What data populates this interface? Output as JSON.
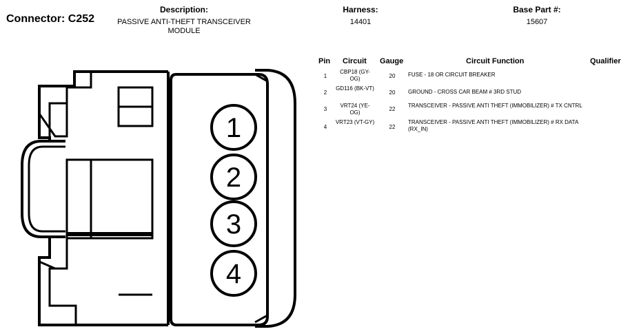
{
  "connector": {
    "label": "Connector: C252"
  },
  "header": {
    "description_label": "Description:",
    "description_value": "PASSIVE ANTI-THEFT TRANSCEIVER MODULE",
    "harness_label": "Harness:",
    "harness_value": "14401",
    "base_part_label": "Base Part #:",
    "base_part_value": "15607"
  },
  "table": {
    "columns": [
      "Pin",
      "Circuit",
      "Gauge",
      "Circuit Function",
      "Qualifier"
    ],
    "rows": [
      {
        "pin": "1",
        "circuit": "CBP18 (GY-OG)",
        "gauge": "20",
        "function": "FUSE - 18 OR CIRCUIT BREAKER",
        "qualifier": ""
      },
      {
        "pin": "2",
        "circuit": "GD116 (BK-VT)",
        "gauge": "20",
        "function": "GROUND - CROSS CAR BEAM # 3RD STUD",
        "qualifier": ""
      },
      {
        "pin": "3",
        "circuit": "VRT24 (YE-OG)",
        "gauge": "22",
        "function": "TRANSCEIVER - PASSIVE ANTI THEFT (IMMOBILIZER) # TX CNTRL",
        "qualifier": ""
      },
      {
        "pin": "4",
        "circuit": "VRT23 (VT-GY)",
        "gauge": "22",
        "function": "TRANSCEIVER - PASSIVE ANTI THEFT (IMMOBILIZER) # RX DATA (RX_IN)",
        "qualifier": ""
      }
    ]
  },
  "diagram": {
    "pins": [
      "1",
      "2",
      "3",
      "4"
    ]
  }
}
